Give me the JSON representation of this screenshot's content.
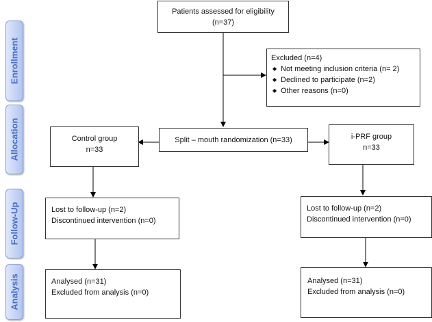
{
  "stages": {
    "enrollment": "Enrollment",
    "allocation": "Allocation",
    "followup": "Follow-Up",
    "analysis": "Analysis"
  },
  "assessed": {
    "line1": "Patients assessed for eligibility",
    "line2": "(n=37)"
  },
  "excluded": {
    "title": "Excluded (n=4)",
    "items": [
      "Not meeting inclusion criteria (n= 2)",
      "Declined to participate (n=2)",
      "Other reasons (n=0)"
    ]
  },
  "randomization": "Split – mouth randomization (n=33)",
  "control": {
    "group": {
      "line1": "Control group",
      "line2": "n=33"
    },
    "followup": {
      "line1": "Lost to follow-up (n=2)",
      "line2": "Discontinued intervention (n=0)"
    },
    "analysis": {
      "line1": "Analysed (n=31)",
      "line2": "Excluded from analysis (n=0)"
    }
  },
  "iprf": {
    "group": {
      "line1": "i-PRF group",
      "line2": "n=33"
    },
    "followup": {
      "line1": "Lost to follow-up (n=2)",
      "line2": "Discontinued intervention (n=0)"
    },
    "analysis": {
      "line1": "Analysed (n=31)",
      "line2": "Excluded from analysis (n=0)"
    }
  }
}
